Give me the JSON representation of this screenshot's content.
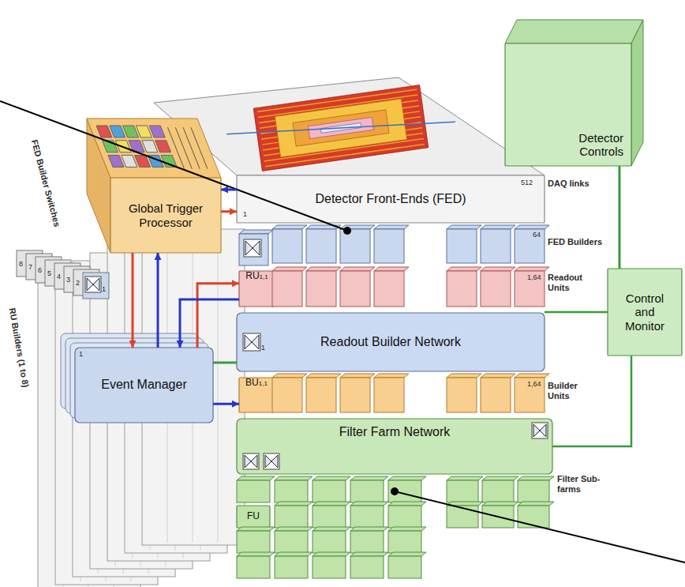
{
  "diagram": {
    "nodes": [
      {
        "text": [
          "Detector Front-Ends (FED)"
        ]
      },
      {
        "text": [
          "Global Trigger Processor"
        ]
      },
      {
        "text": [
          "Event Manager"
        ]
      },
      {
        "text": [
          "Readout Builder Network"
        ]
      },
      {
        "text": [
          "Filter Farm Network"
        ]
      },
      {
        "text": [
          "Detector Controls"
        ]
      },
      {
        "text": [
          "Control and Monitor"
        ]
      },
      {
        "text": [
          "RU",
          "1,1"
        ]
      },
      {
        "text": [
          "BU",
          "1,1"
        ]
      },
      {
        "text": [
          "FU"
        ]
      }
    ],
    "edges": [
      {
        "from": 1,
        "to": 0,
        "arrow": "to"
      },
      {
        "from": 0,
        "to": 1,
        "arrow": "to"
      },
      {
        "from": 1,
        "to": 2,
        "arrow": "to"
      },
      {
        "from": 2,
        "to": 1,
        "arrow": "to"
      },
      {
        "from": 2,
        "to": 7,
        "arrow": "to"
      },
      {
        "from": 7,
        "to": 2,
        "arrow": "to"
      },
      {
        "from": 2,
        "to": 8,
        "arrow": "to"
      },
      {
        "from": 2,
        "to": 3,
        "arrow": "none"
      },
      {
        "from": 5,
        "to": 6,
        "arrow": "none"
      }
    ],
    "labels": [
      "512",
      "1",
      "DAQ links",
      "64",
      "FED Builders",
      "Readout Units",
      "1,64",
      "Builder Units",
      "1,64",
      "Filter Sub-farms",
      "FED Builder Switches",
      "1",
      "RU Builders (1 to 8)",
      "1",
      "1",
      "2",
      "3",
      "4",
      "5",
      "6",
      "7",
      "8"
    ]
  }
}
